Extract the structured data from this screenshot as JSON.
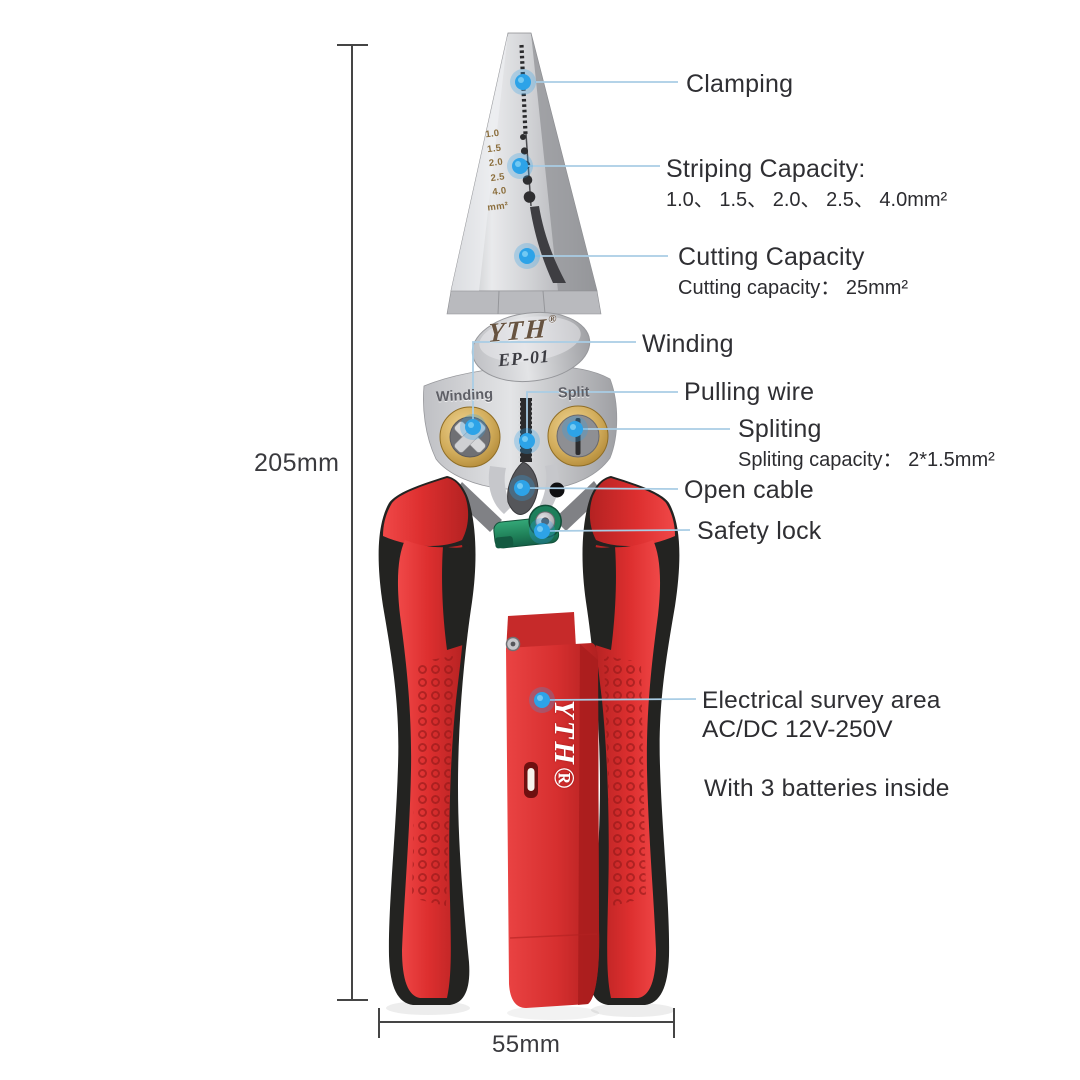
{
  "title": "Multifunctional wire stripper pliers — annotated feature diagram",
  "product": {
    "brand": "YTH",
    "brand_registered": "®",
    "model": "EP-01",
    "jaw_markings": {
      "winding": "Winding",
      "split": "Split"
    },
    "strip_size_scale": [
      "1.0",
      "1.5",
      "2.0",
      "2.5",
      "4.0",
      "mm²"
    ],
    "handle_logo": "YTH®"
  },
  "callouts": [
    {
      "id": "clamping",
      "label": "Clamping"
    },
    {
      "id": "striping",
      "label": "Striping Capacity:",
      "sub": "1.0、 1.5、 2.0、 2.5、 4.0mm²"
    },
    {
      "id": "cutting",
      "label": "Cutting Capacity",
      "sub": "Cutting capacity：  25mm²"
    },
    {
      "id": "winding",
      "label": "Winding"
    },
    {
      "id": "pulling_wire",
      "label": "Pulling wire"
    },
    {
      "id": "spliting",
      "label": "Spliting",
      "sub": "Spliting capacity：  2*1.5mm²"
    },
    {
      "id": "open_cable",
      "label": "Open cable"
    },
    {
      "id": "safety_lock",
      "label": "Safety lock"
    },
    {
      "id": "electrical",
      "label": "Electrical survey area",
      "sub": "AC/DC 12V-250V"
    },
    {
      "id": "batteries",
      "label": "With 3 batteries inside"
    }
  ],
  "dimensions": {
    "overall_length": "205mm",
    "head_width": "55mm"
  },
  "colors": {
    "leader_line": "#a9cde5",
    "callout_dot": "#2da3e8",
    "handle_red": "#dd2f2f",
    "grip_black": "#232321",
    "safety_lock_green": "#1f8058",
    "brass": "#c9a452",
    "text": "#2f2f33"
  }
}
